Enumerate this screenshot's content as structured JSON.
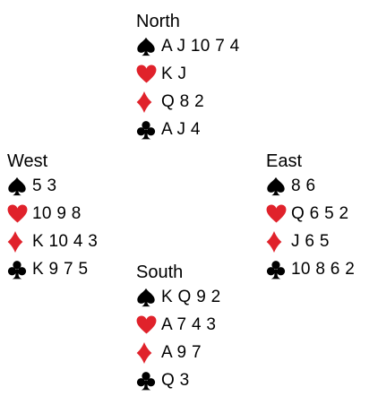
{
  "colors": {
    "black_suit": "#000000",
    "red_suit": "#e0222b",
    "text": "#000000",
    "background": "#ffffff"
  },
  "icons": {
    "spades": "spade-icon",
    "hearts": "heart-icon",
    "diamonds": "diamond-icon",
    "clubs": "club-icon"
  },
  "hands": {
    "north": {
      "name": "North",
      "spades": "A J 10 7 4",
      "hearts": "K J",
      "diamonds": "Q 8 2",
      "clubs": "A J 4"
    },
    "west": {
      "name": "West",
      "spades": "5 3",
      "hearts": "10 9 8",
      "diamonds": "K 10 4 3",
      "clubs": "K 9 7 5"
    },
    "east": {
      "name": "East",
      "spades": "8 6",
      "hearts": "Q 6 5 2",
      "diamonds": "J 6 5",
      "clubs": "10 8 6 2"
    },
    "south": {
      "name": "South",
      "spades": "K Q 9 2",
      "hearts": "A 7 4 3",
      "diamonds": "A 9 7",
      "clubs": "Q 3"
    }
  }
}
